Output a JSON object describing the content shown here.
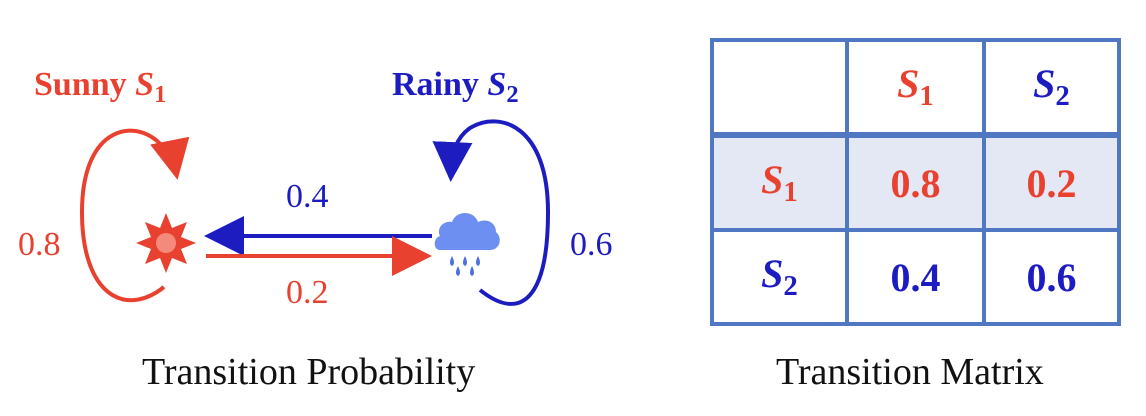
{
  "diagram": {
    "sunny": {
      "name": "Sunny",
      "symbol": "S",
      "sub": "1",
      "self_prob": "0.8",
      "icon": "sun-icon",
      "color": "#e8412f"
    },
    "rainy": {
      "name": "Rainy",
      "symbol": "S",
      "sub": "2",
      "self_prob": "0.6",
      "icon": "rain-cloud-icon",
      "color": "#1c1cc0"
    },
    "prob_rainy_to_sunny": "0.4",
    "prob_sunny_to_rainy": "0.2",
    "caption": "Transition Probability"
  },
  "matrix": {
    "header": [
      {
        "symbol": "S",
        "sub": "1"
      },
      {
        "symbol": "S",
        "sub": "2"
      }
    ],
    "rows": [
      {
        "symbol": "S",
        "sub": "1",
        "values": [
          "0.8",
          "0.2"
        ]
      },
      {
        "symbol": "S",
        "sub": "2",
        "values": [
          "0.4",
          "0.6"
        ]
      }
    ],
    "caption": "Transition Matrix",
    "grid_color": "#4f77c2",
    "highlight_color": "#e3e8f4"
  }
}
